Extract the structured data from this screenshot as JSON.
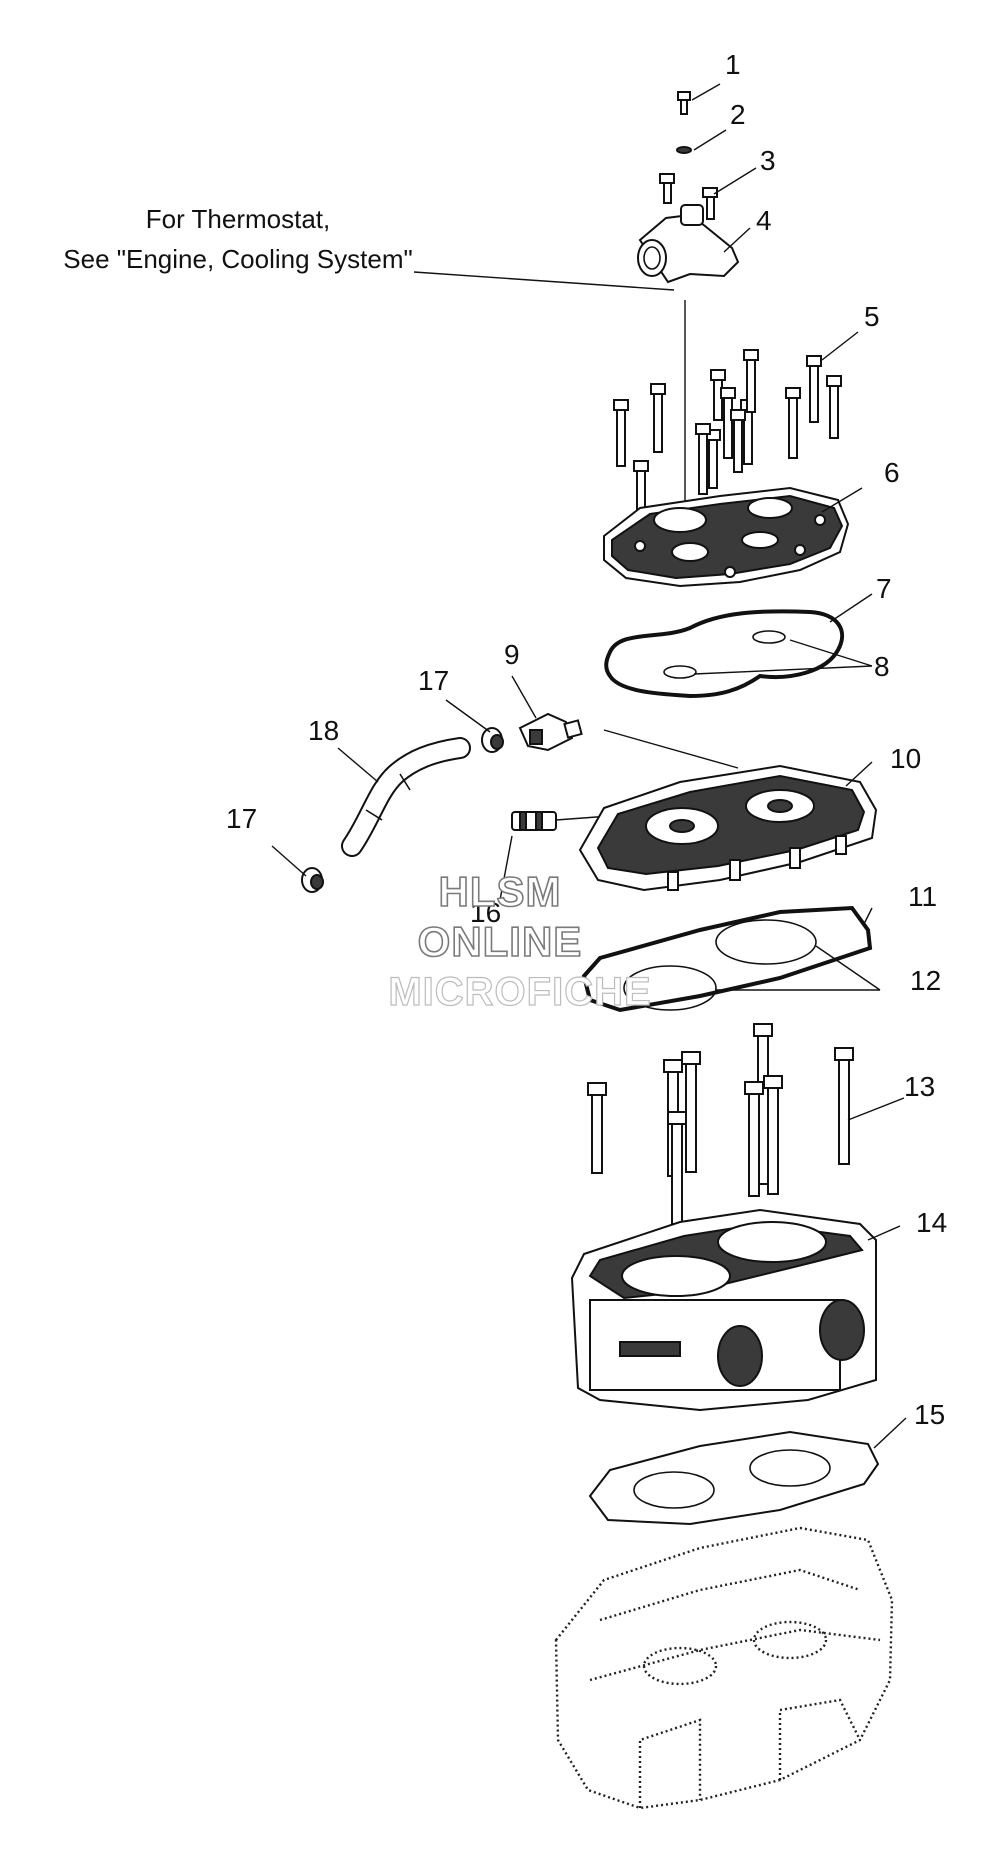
{
  "note": {
    "line1": "For Thermostat,",
    "line2": "See \"Engine, Cooling System\""
  },
  "callouts": {
    "c1": "1",
    "c2": "2",
    "c3": "3",
    "c4": "4",
    "c5": "5",
    "c6": "6",
    "c7": "7",
    "c8": "8",
    "c9": "9",
    "c10": "10",
    "c11": "11",
    "c12": "12",
    "c13": "13",
    "c14": "14",
    "c15": "15",
    "c16": "16",
    "c17a": "17",
    "c17b": "17",
    "c18": "18"
  },
  "watermark": {
    "line1": "HLSM",
    "line2": "ONLINE",
    "line3": "MICROFICHE"
  }
}
